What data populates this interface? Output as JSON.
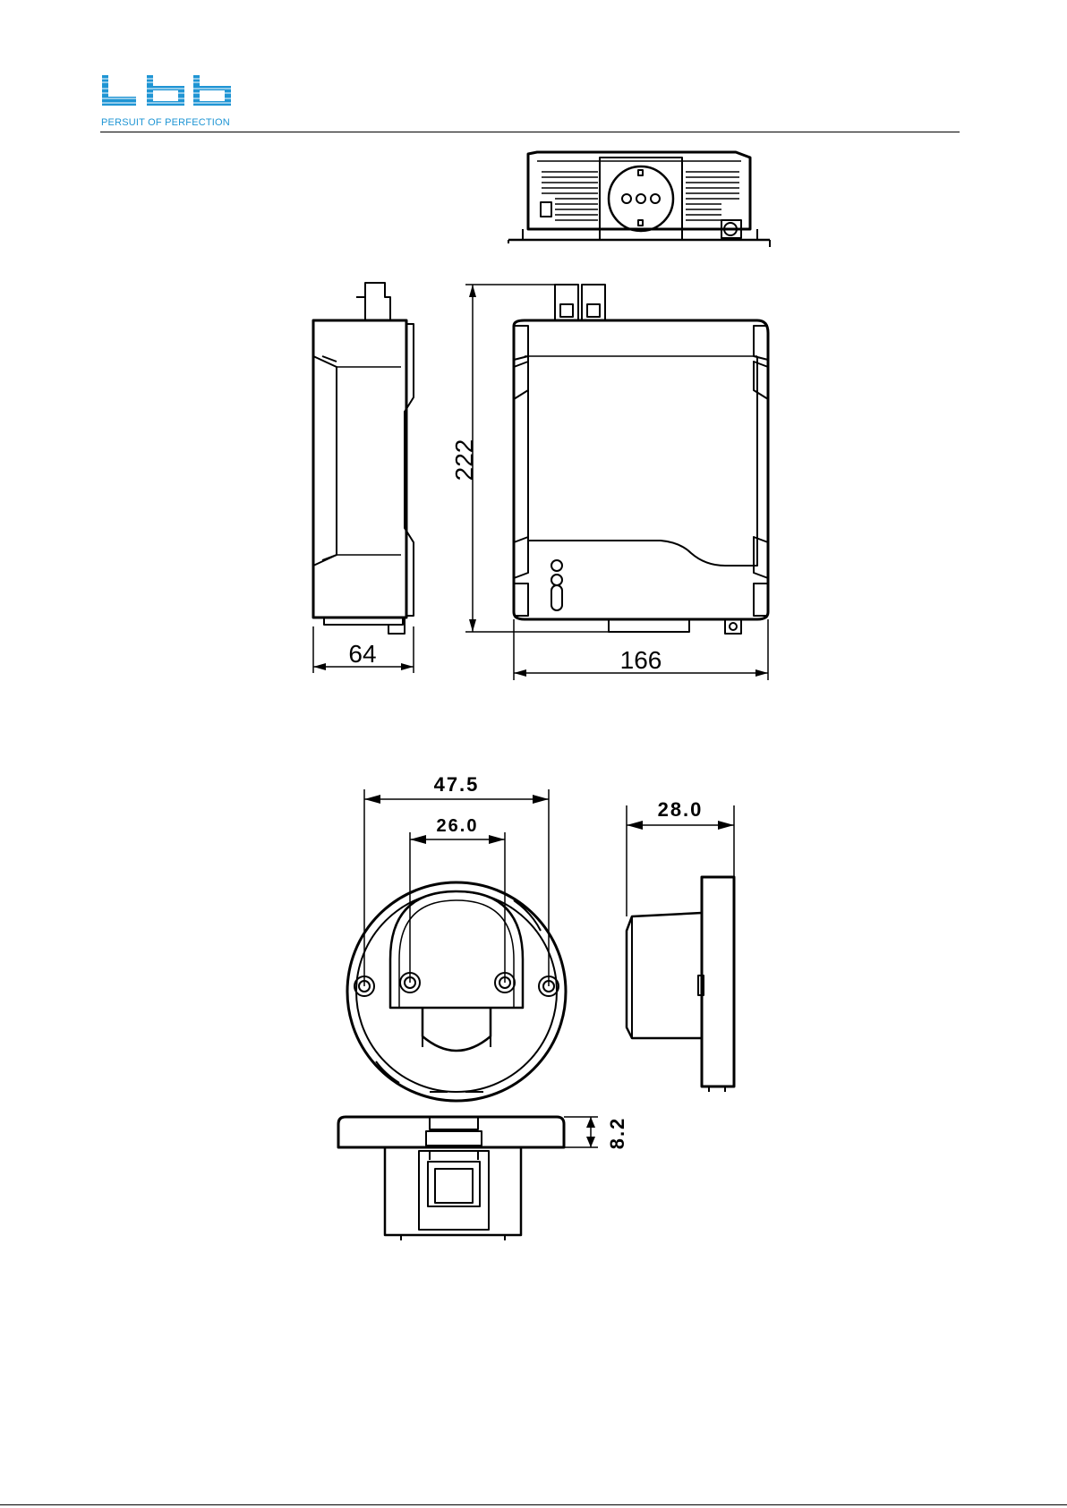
{
  "header": {
    "tagline": "PERSUIT OF PERFECTION",
    "brand_color": "#1f95d4"
  },
  "inverter": {
    "height_dim": "222",
    "width_dim": "166",
    "depth_dim": "64"
  },
  "remote": {
    "outer_hole_spacing": "47.5",
    "inner_hole_spacing": "26.0",
    "side_depth": "28.0",
    "plate_thickness": "8.2"
  }
}
